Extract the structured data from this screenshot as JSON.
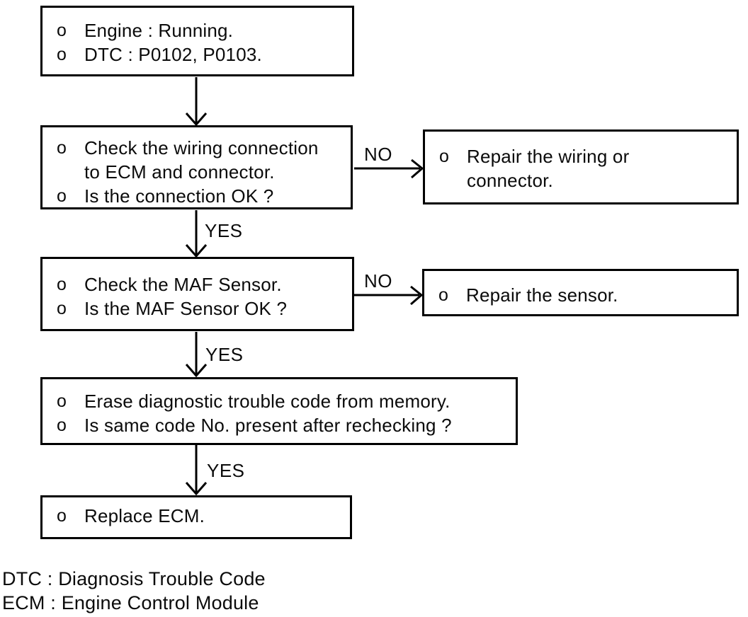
{
  "bullet_marker": "o",
  "nodes": {
    "start": {
      "items": [
        {
          "text": "Engine : Running."
        },
        {
          "text": "DTC : P0102, P0103."
        }
      ]
    },
    "check_wiring": {
      "items": [
        {
          "text": "Check the wiring connection",
          "text2": "to ECM and connector."
        },
        {
          "text": "Is the connection OK ?"
        }
      ]
    },
    "repair_wiring": {
      "items": [
        {
          "text": "Repair the wiring or",
          "text2": "connector."
        }
      ]
    },
    "check_maf": {
      "items": [
        {
          "text": "Check the MAF Sensor."
        },
        {
          "text": "Is the MAF Sensor OK ?"
        }
      ]
    },
    "repair_sensor": {
      "items": [
        {
          "text": "Repair the sensor."
        }
      ]
    },
    "erase_recheck": {
      "items": [
        {
          "text": "Erase diagnostic trouble code from memory."
        },
        {
          "text": "Is same code No. present after rechecking ?"
        }
      ]
    },
    "replace_ecm": {
      "items": [
        {
          "text": "Replace ECM."
        }
      ]
    }
  },
  "edge_labels": {
    "no1": "NO",
    "yes1": "YES",
    "no2": "NO",
    "yes2": "YES",
    "yes3": "YES"
  },
  "legend": {
    "line1": "DTC : Diagnosis Trouble Code",
    "line2": "ECM : Engine Control Module"
  },
  "colors": {
    "line": "#000000",
    "background": "#ffffff"
  }
}
